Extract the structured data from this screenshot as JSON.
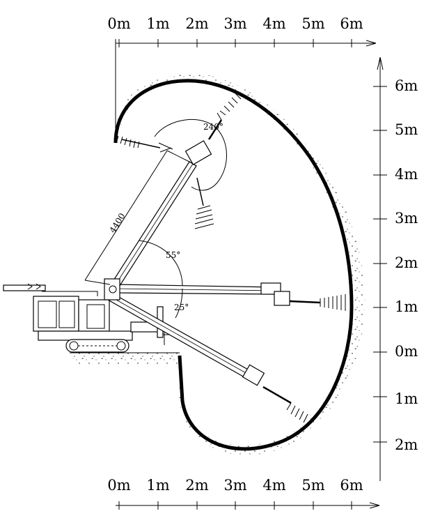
{
  "top_scale": {
    "labels": [
      "0m",
      "1m",
      "2m",
      "3m",
      "4m",
      "5m",
      "6m"
    ]
  },
  "bottom_scale": {
    "labels": [
      "0m",
      "1m",
      "2m",
      "3m",
      "4m",
      "5m",
      "6m"
    ]
  },
  "right_scale": {
    "labels": [
      "6m",
      "5m",
      "4m",
      "3m",
      "2m",
      "1m",
      "0m",
      "1m",
      "2m"
    ]
  },
  "annotations": {
    "boom_length": "4400",
    "angle_upper": "55°",
    "angle_lower": "25°",
    "rotation": "240°"
  },
  "icons": [
    "machine-icon",
    "spray-nozzle-icon",
    "arrow-icon"
  ]
}
